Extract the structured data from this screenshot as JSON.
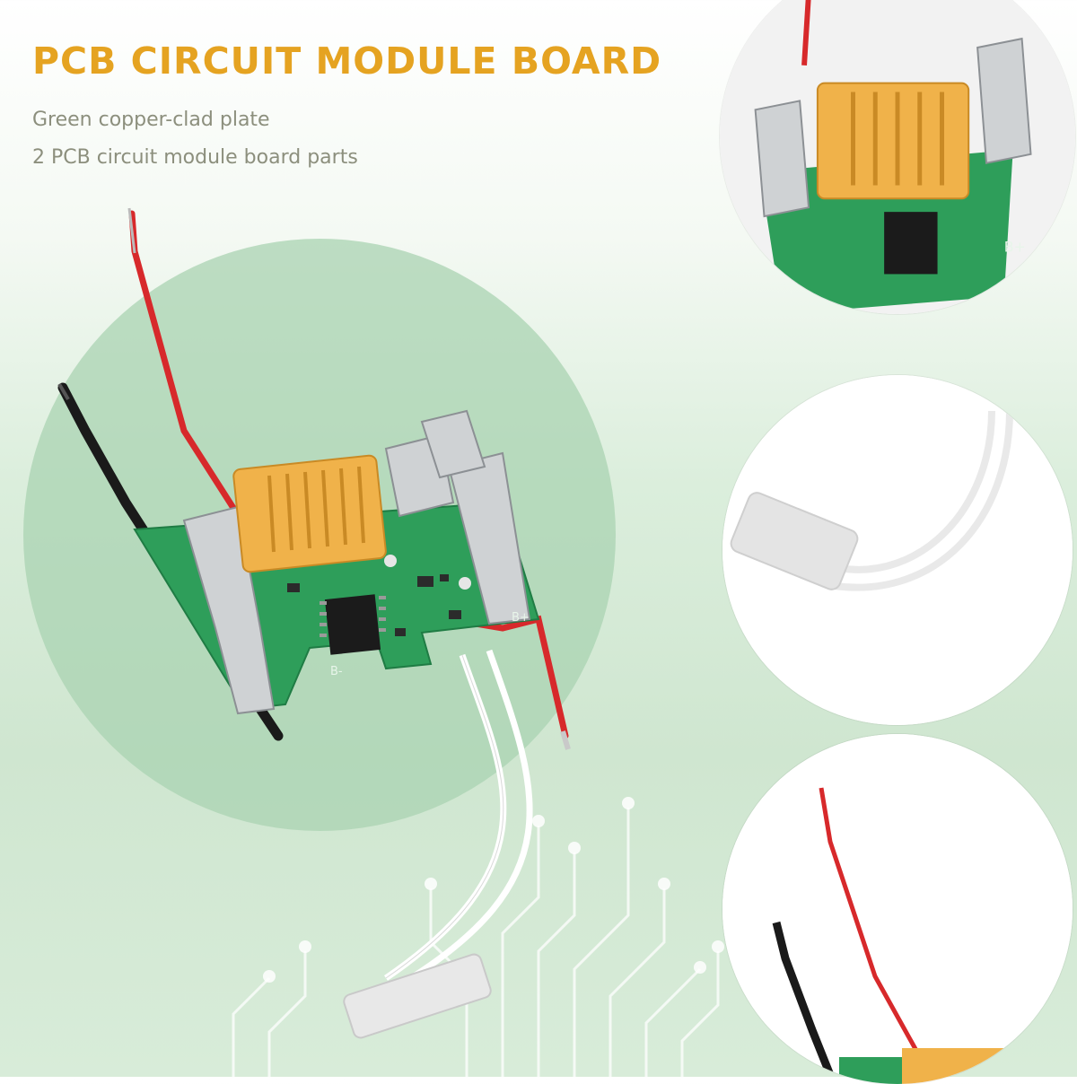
{
  "header": {
    "title": "PCB CIRCUIT MODULE BOARD",
    "line1": "Green copper-clad plate",
    "line2": "2 PCB circuit module board parts"
  },
  "colors": {
    "title": "#e5a321",
    "subtitle": "#8c8f7d",
    "board": "#2e9e5a",
    "connector": "#f0b24a",
    "red_wire": "#d7292b",
    "background_circle": "#a9d3b2"
  },
  "board_markings": {
    "plus_label": "B+",
    "minus_label": "B-"
  },
  "icons": {
    "main": "pcb-board-image",
    "detail1": "connector-closeup-image",
    "detail2": "thermistor-closeup-image",
    "detail3": "wires-closeup-image"
  }
}
